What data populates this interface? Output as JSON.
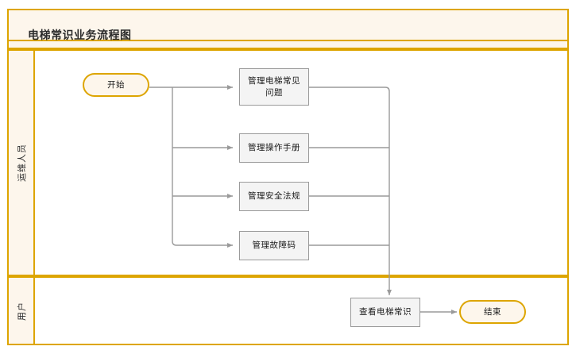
{
  "diagram": {
    "title": "电梯常识业务流程图",
    "frame_border_color": "#DDA500",
    "lane_fill_color": "#FDF6EC",
    "process_fill_color": "#F4F4F4",
    "process_border_color": "#9A9A9A",
    "connector_color": "#9A9A9A",
    "canvas_background": "#FFFFFF"
  },
  "lanes": [
    {
      "label": "运维人员"
    },
    {
      "label": "用户"
    }
  ],
  "nodes": {
    "start": {
      "label": "开始",
      "shape": "terminator"
    },
    "manage_faq": {
      "label": "管理电梯常见\n问题",
      "line1": "管理电梯常见",
      "line2": "问题",
      "shape": "process"
    },
    "manage_manual": {
      "label": "管理操作手册",
      "shape": "process"
    },
    "manage_regulations": {
      "label": "管理安全法规",
      "shape": "process"
    },
    "manage_faultcode": {
      "label": "管理故障码",
      "shape": "process"
    },
    "view_knowledge": {
      "label": "查看电梯常识",
      "shape": "process"
    },
    "end": {
      "label": "结束",
      "shape": "terminator"
    }
  },
  "edges": [
    {
      "from": "start",
      "to": "manage_faq"
    },
    {
      "from": "start",
      "to": "manage_manual"
    },
    {
      "from": "start",
      "to": "manage_regulations"
    },
    {
      "from": "start",
      "to": "manage_faultcode"
    },
    {
      "from": "manage_faq",
      "to": "view_knowledge"
    },
    {
      "from": "manage_manual",
      "to": "view_knowledge"
    },
    {
      "from": "manage_regulations",
      "to": "view_knowledge"
    },
    {
      "from": "manage_faultcode",
      "to": "view_knowledge"
    },
    {
      "from": "view_knowledge",
      "to": "end"
    }
  ]
}
